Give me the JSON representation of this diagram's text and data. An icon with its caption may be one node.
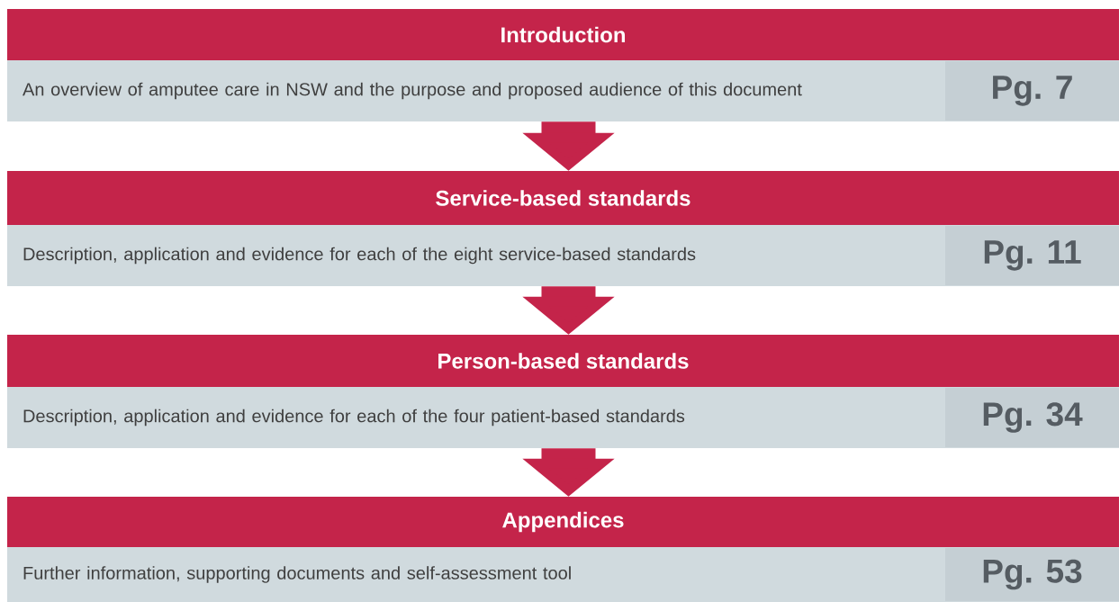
{
  "diagram": {
    "nodes": [
      {
        "text": [
          "Introduction"
        ]
      },
      {
        "text": [
          "An overview of amputee care in NSW and the purpose and proposed audience of this document"
        ]
      },
      {
        "text": [
          "Pg. 7"
        ],
        "in": 1
      },
      {
        "text": [
          "Service-based standards"
        ]
      },
      {
        "text": [
          "Description, application and evidence for each of the eight service-based standards"
        ]
      },
      {
        "text": [
          "Pg. 11"
        ],
        "in": 4
      },
      {
        "text": [
          "Person-based standards"
        ]
      },
      {
        "text": [
          "Description, application and evidence for each of the four patient-based standards"
        ]
      },
      {
        "text": [
          "Pg. 34"
        ],
        "in": 7
      },
      {
        "text": [
          "Appendices"
        ]
      },
      {
        "text": [
          "Further information, supporting documents and self-assessment tool"
        ]
      },
      {
        "text": [
          "Pg. 53"
        ],
        "in": 10
      }
    ],
    "edges": [
      {
        "from": 1,
        "to": 3,
        "arrow": "to"
      },
      {
        "from": 4,
        "to": 6,
        "arrow": "to"
      },
      {
        "from": 7,
        "to": 9,
        "arrow": "to"
      }
    ]
  }
}
